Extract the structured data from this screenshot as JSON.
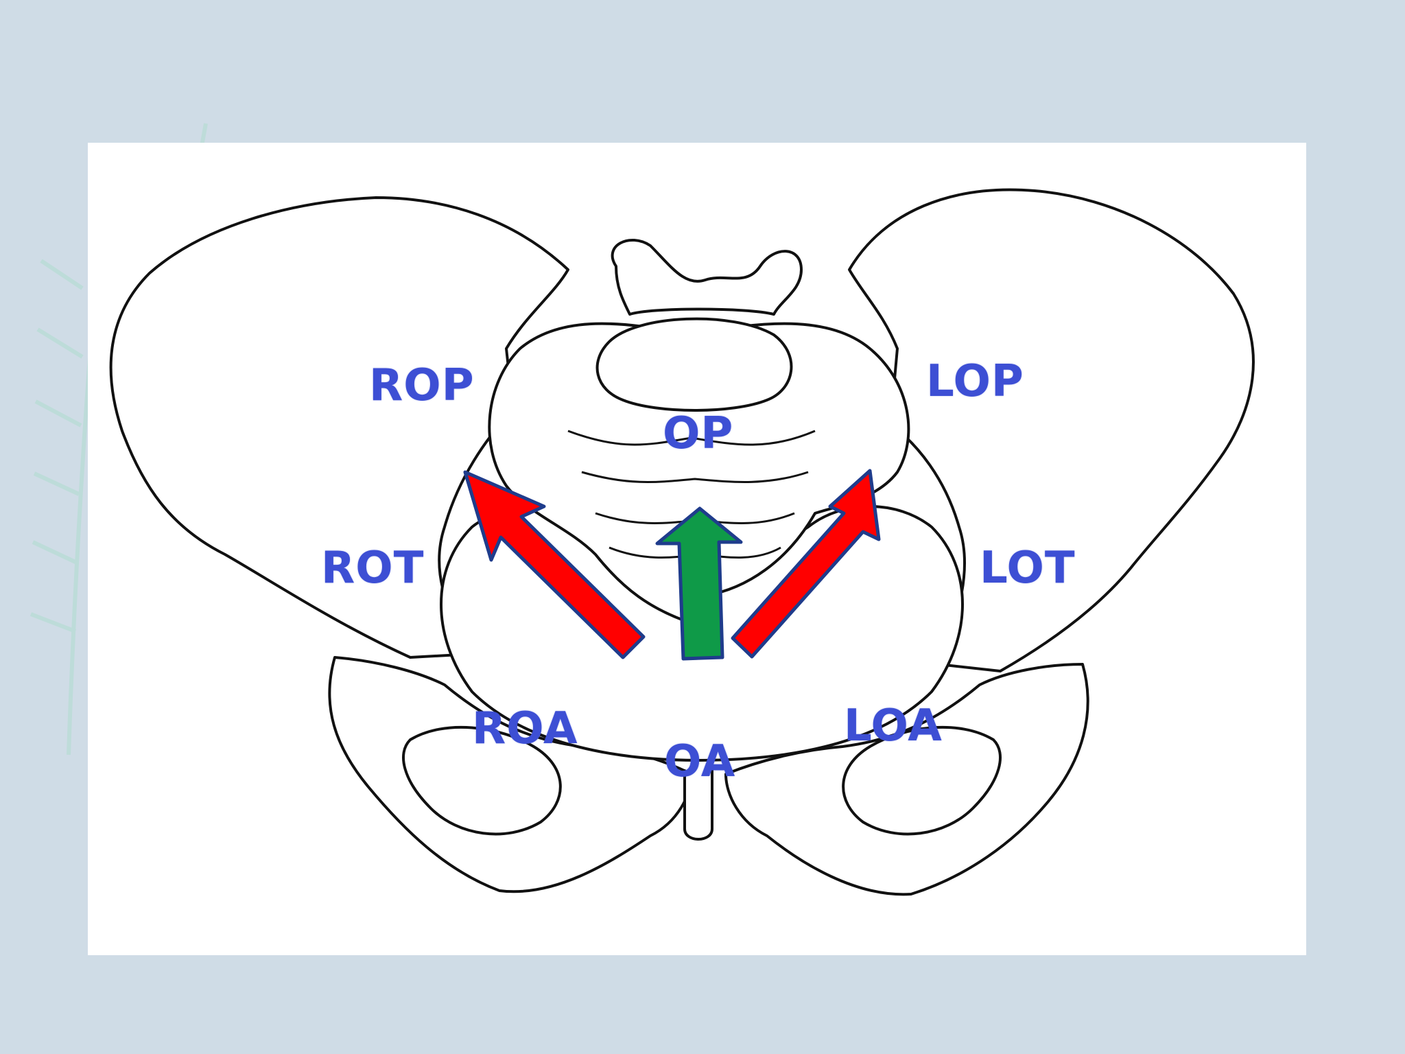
{
  "colors": {
    "slide_background": "#cfdce6",
    "panel": "#ffffff",
    "outline": "#111111",
    "label_text": "#3d4fd4",
    "arrow_rotation": "#ff0000",
    "arrow_anterior": "#0f9a48",
    "arrow_border": "#1f3c8c",
    "decoration_leaf": "#b9dcd6"
  },
  "labels": {
    "rop": "ROP",
    "op": "OP",
    "lop": "LOP",
    "rot": "ROT",
    "lot": "LOT",
    "roa": "ROA",
    "oa": "OA",
    "loa": "LOA"
  },
  "icons": {
    "arrow_right_side": "arrow-up-left-icon",
    "arrow_center": "arrow-up-icon",
    "arrow_left_side": "arrow-up-right-icon"
  }
}
